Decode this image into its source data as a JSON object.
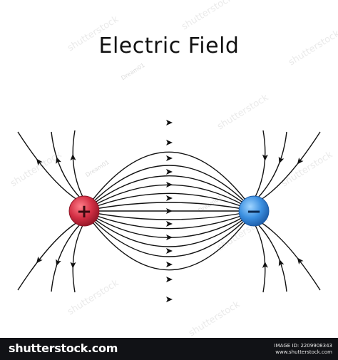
{
  "title": "Electric Field",
  "charges": [
    {
      "name": "positive",
      "symbol": "+",
      "color": "#c8283a"
    },
    {
      "name": "negative",
      "symbol": "−",
      "color": "#2f86d6"
    }
  ],
  "colors": {
    "field_line": "#111111",
    "background": "#ffffff",
    "footer": "#111216"
  },
  "watermark": {
    "brand": "shutterstock",
    "contributor": "Dream01"
  },
  "footer": {
    "brand": "shutterstock.com",
    "image_id": "IMAGE ID: 2209908343",
    "site": "www.shutterstock.com"
  }
}
